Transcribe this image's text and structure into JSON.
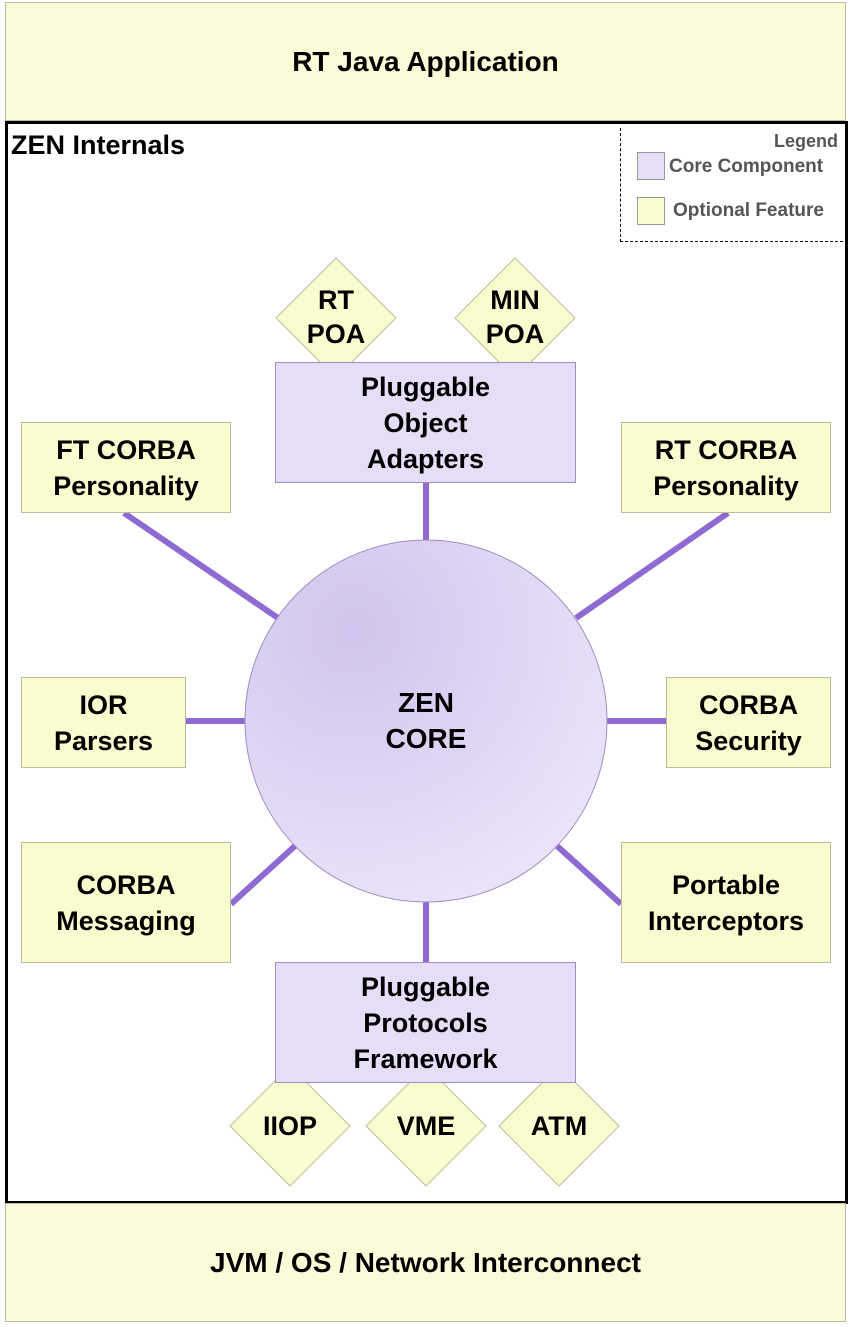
{
  "top_band": {
    "label": "RT Java Application"
  },
  "bottom_band": {
    "label": "JVM / OS / Network Interconnect"
  },
  "internals": {
    "title": "ZEN Internals"
  },
  "legend": {
    "title": "Legend",
    "core_label": "Core Component",
    "optional_label": "Optional Feature"
  },
  "colors": {
    "core_fill": "#e6ddf6",
    "optional_fill": "#fbfbd0",
    "connector": "#8f6ad3"
  },
  "core": {
    "line1": "ZEN",
    "line2": "CORE"
  },
  "boxes": {
    "poa": {
      "line1": "Pluggable",
      "line2": "Object",
      "line3": "Adapters"
    },
    "ppf": {
      "line1": "Pluggable",
      "line2": "Protocols",
      "line3": "Framework"
    },
    "ft": {
      "line1": "FT CORBA",
      "line2": "Personality"
    },
    "rt": {
      "line1": "RT CORBA",
      "line2": "Personality"
    },
    "ior": {
      "line1": "IOR",
      "line2": "Parsers"
    },
    "security": {
      "line1": "CORBA",
      "line2": "Security"
    },
    "messaging": {
      "line1": "CORBA",
      "line2": "Messaging"
    },
    "interceptors": {
      "line1": "Portable",
      "line2": "Interceptors"
    }
  },
  "diamonds": {
    "rt_poa": {
      "line1": "RT",
      "line2": "POA"
    },
    "min_poa": {
      "line1": "MIN",
      "line2": "POA"
    },
    "iiop": {
      "line1": "IIOP"
    },
    "vme": {
      "line1": "VME"
    },
    "atm": {
      "line1": "ATM"
    }
  }
}
